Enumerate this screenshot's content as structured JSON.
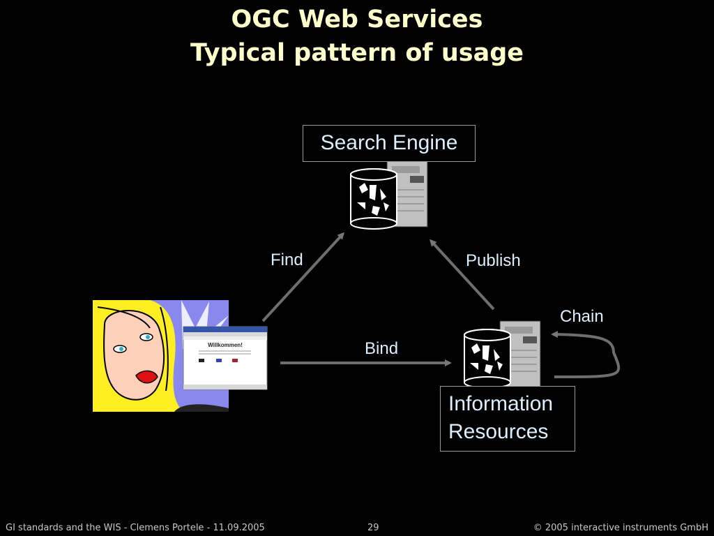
{
  "slide": {
    "title_line1": "OGC Web Services",
    "title_line2": "Typical pattern of usage",
    "colors": {
      "title": "#ffffcc",
      "labels": "#ddeeff",
      "arrows": "#707070",
      "background": "#000000"
    }
  },
  "diagram": {
    "nodes": {
      "search_engine": {
        "label": "Search Engine",
        "icon": "database-server-icon"
      },
      "information_resources": {
        "line1": "Information",
        "line2": "Resources",
        "icon": "database-server-icon"
      },
      "user": {
        "icon": "user-with-browser-clipart",
        "browser_heading": "Willkommen!"
      }
    },
    "edges": {
      "find": "Find",
      "publish": "Publish",
      "bind": "Bind",
      "chain": "Chain"
    }
  },
  "footer": {
    "left": "GI standards and the WIS - Clemens Portele  -  11.09.2005",
    "page": "29",
    "right": "© 2005 interactive instruments GmbH"
  }
}
